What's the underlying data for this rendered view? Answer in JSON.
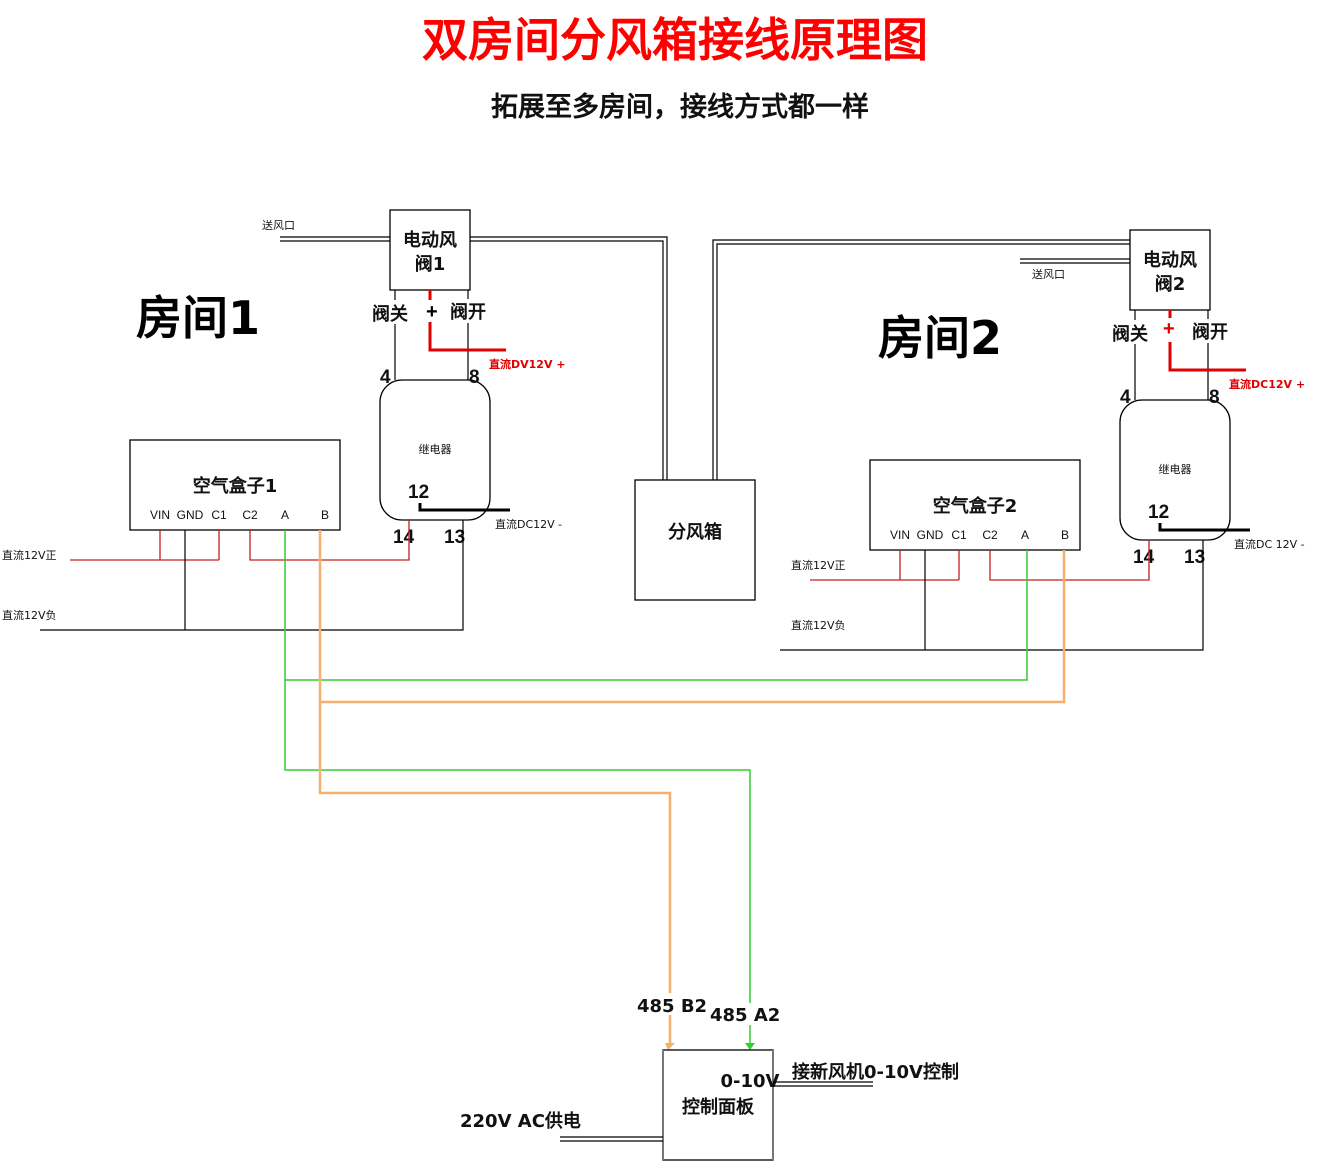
{
  "title": "双房间分风箱接线原理图",
  "subtitle": "拓展至多房间，接线方式都一样",
  "colors": {
    "title": "#ff0000",
    "power_positive_wire": "#c02020",
    "valve_positive_wire": "#e00000",
    "rs485_a_wire": "#33cc33",
    "rs485_b_wire": "#f5b070",
    "ground_wire": "#000000"
  },
  "room1": {
    "label": "房间1",
    "air_outlet": "送风口",
    "damper": {
      "line1": "电动风",
      "line2": "阀1"
    },
    "valve_close": "阀关",
    "valve_plus": "+",
    "valve_open": "阀开",
    "valve_power": "直流DV12V +",
    "relay": {
      "label": "继电器",
      "pin_4": "4",
      "pin_8": "8",
      "pin_12": "12",
      "pin_14": "14",
      "pin_13": "13",
      "neg_label": "直流DC12V -"
    },
    "air_box": {
      "label": "空气盒子1",
      "pins": [
        "VIN",
        "GND",
        "C1",
        "C2",
        "A",
        "B"
      ]
    },
    "dc_positive": "直流12V正",
    "dc_negative": "直流12V负"
  },
  "room2": {
    "label": "房间2",
    "air_outlet": "送风口",
    "damper": {
      "line1": "电动风",
      "line2": "阀2"
    },
    "valve_close": "阀关",
    "valve_plus": "+",
    "valve_open": "阀开",
    "valve_power": "直流DC12V +",
    "relay": {
      "label": "继电器",
      "pin_4": "4",
      "pin_8": "8",
      "pin_12": "12",
      "pin_14": "14",
      "pin_13": "13",
      "neg_label": "直流DC 12V -"
    },
    "air_box": {
      "label": "空气盒子2",
      "pins": [
        "VIN",
        "GND",
        "C1",
        "C2",
        "A",
        "B"
      ]
    },
    "dc_positive": "直流12V正",
    "dc_negative": "直流12V负"
  },
  "splitter": {
    "label": "分风箱"
  },
  "control_panel": {
    "label": "控制面板",
    "input_b": "485 B2",
    "input_a": "485 A2",
    "output_010v": "0-10V",
    "output_desc": "接新风机0-10V控制",
    "power": "220V AC供电"
  }
}
